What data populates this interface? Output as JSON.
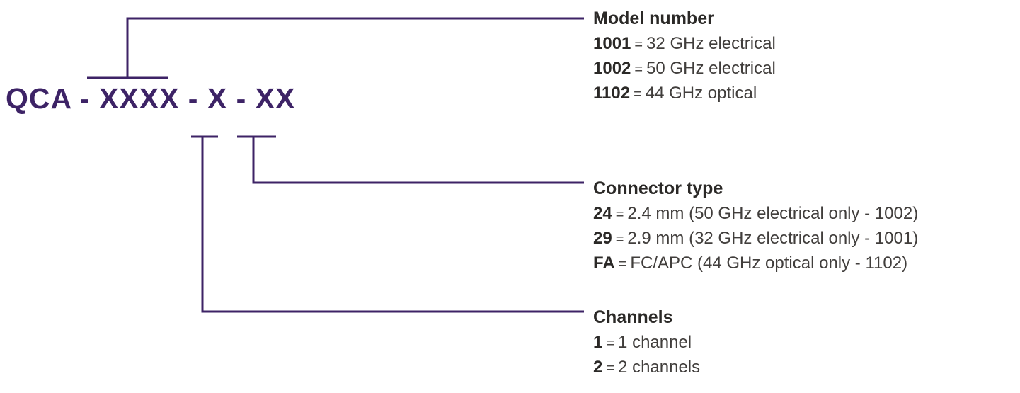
{
  "diagram": {
    "code": "QCA - XXXX - X - XX",
    "separator": "=",
    "accent_color": "#3d2366",
    "sections": [
      {
        "title": "Model number",
        "entries": [
          {
            "key": "1001",
            "value": "32 GHz electrical"
          },
          {
            "key": "1002",
            "value": "50 GHz electrical"
          },
          {
            "key": "1102",
            "value": "44 GHz optical"
          }
        ]
      },
      {
        "title": "Connector type",
        "entries": [
          {
            "key": "24",
            "value": "2.4 mm (50 GHz electrical only - 1002)"
          },
          {
            "key": "29",
            "value": "2.9 mm (32 GHz electrical only - 1001)"
          },
          {
            "key": "FA",
            "value": "FC/APC (44 GHz optical only - 1102)"
          }
        ]
      },
      {
        "title": "Channels",
        "entries": [
          {
            "key": "1",
            "value": "1 channel"
          },
          {
            "key": "2",
            "value": "2 channels"
          }
        ]
      }
    ]
  }
}
